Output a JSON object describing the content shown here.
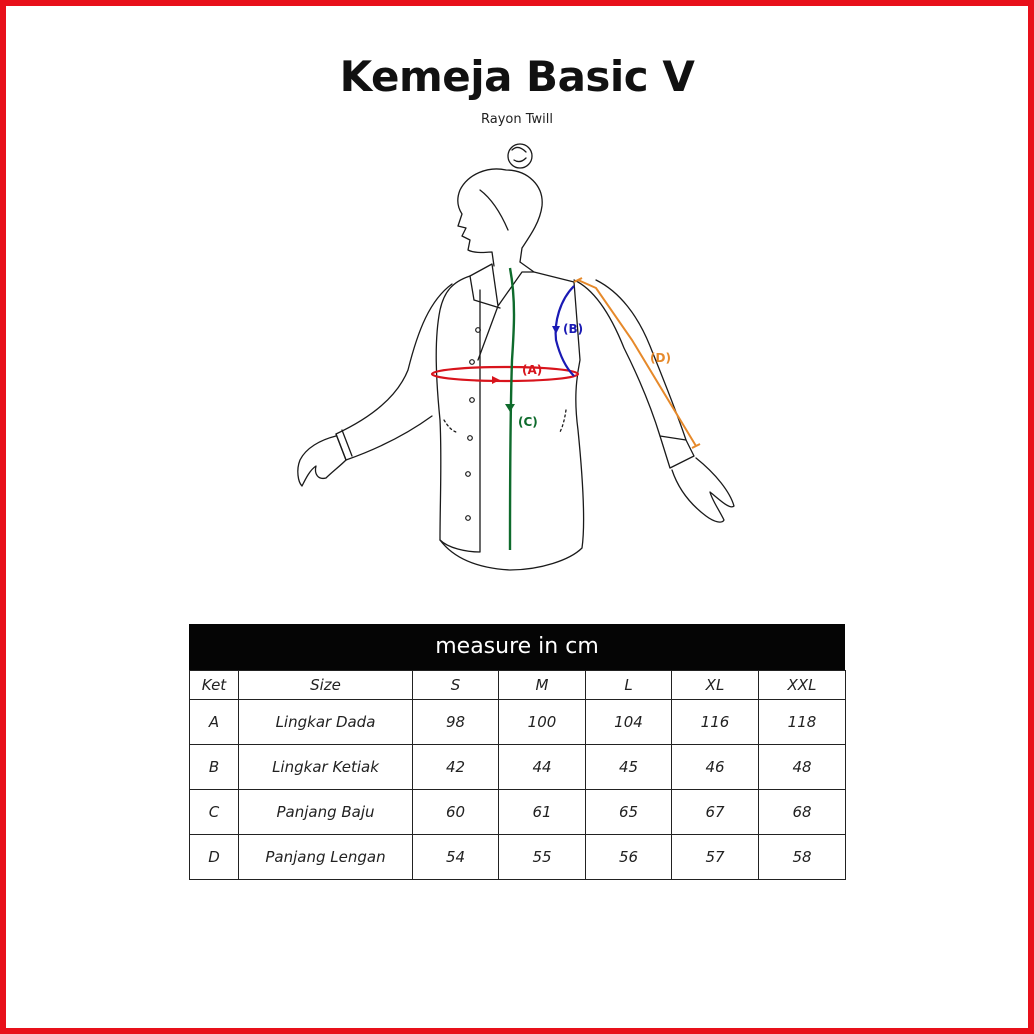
{
  "title": "Kemeja Basic V",
  "subtitle": "Rayon Twill",
  "figure": {
    "labels": {
      "a": "(A)",
      "b": "(B)",
      "c": "(C)",
      "d": "(D)"
    },
    "colors": {
      "a": "#d8141c",
      "b": "#1a1ab4",
      "c": "#0e6b2c",
      "d": "#e6892a",
      "frame": "#e8101a"
    }
  },
  "table": {
    "header": "measure in cm",
    "columns": [
      "Ket",
      "Size",
      "S",
      "M",
      "L",
      "XL",
      "XXL"
    ],
    "rows": [
      {
        "ket": "A",
        "size": "Lingkar Dada",
        "values": [
          "98",
          "100",
          "104",
          "116",
          "118"
        ]
      },
      {
        "ket": "B",
        "size": "Lingkar Ketiak",
        "values": [
          "42",
          "44",
          "45",
          "46",
          "48"
        ]
      },
      {
        "ket": "C",
        "size": "Panjang Baju",
        "values": [
          "60",
          "61",
          "65",
          "67",
          "68"
        ]
      },
      {
        "ket": "D",
        "size": "Panjang Lengan",
        "values": [
          "54",
          "55",
          "56",
          "57",
          "58"
        ]
      }
    ]
  }
}
